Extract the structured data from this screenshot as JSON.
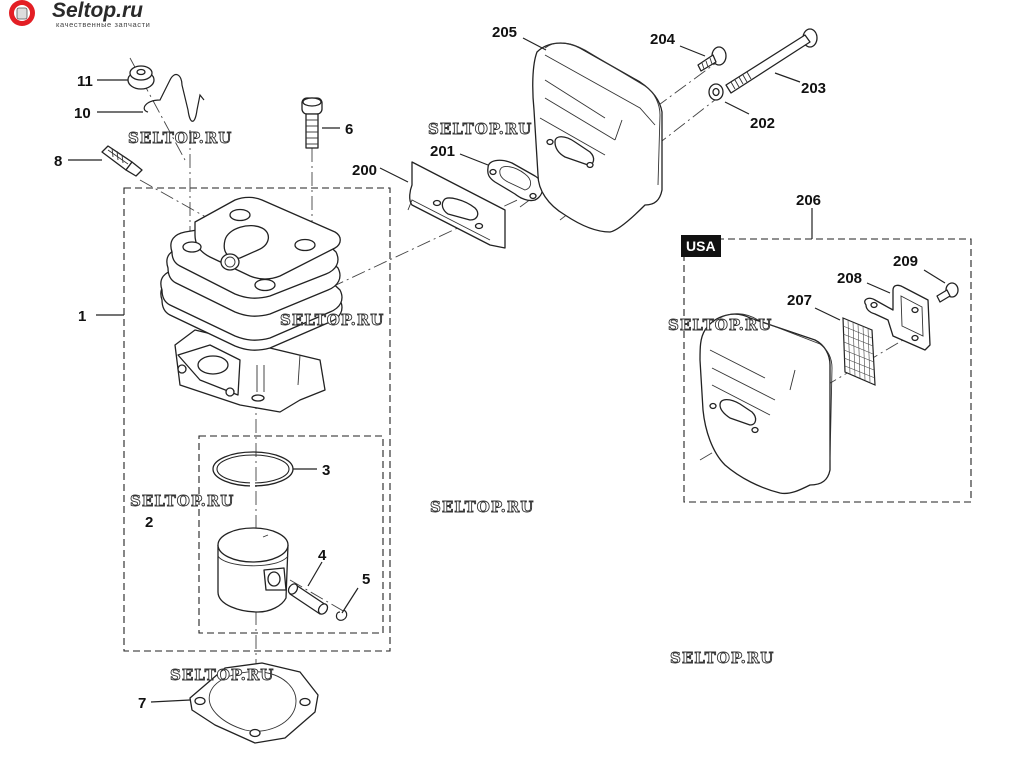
{
  "logo": {
    "title": "Seltop.ru",
    "subtitle": "качественные запчасти",
    "brand_color": "#e31e24"
  },
  "watermark": "SELTOP.RU",
  "region_badge": "USA",
  "callouts": {
    "c1": "1",
    "c2": "2",
    "c3": "3",
    "c4": "4",
    "c5": "5",
    "c6": "6",
    "c7": "7",
    "c8": "8",
    "c10": "10",
    "c11": "11",
    "c200": "200",
    "c201": "201",
    "c202": "202",
    "c203": "203",
    "c204": "204",
    "c205": "205",
    "c206": "206",
    "c207": "207",
    "c208": "208",
    "c209": "209"
  }
}
